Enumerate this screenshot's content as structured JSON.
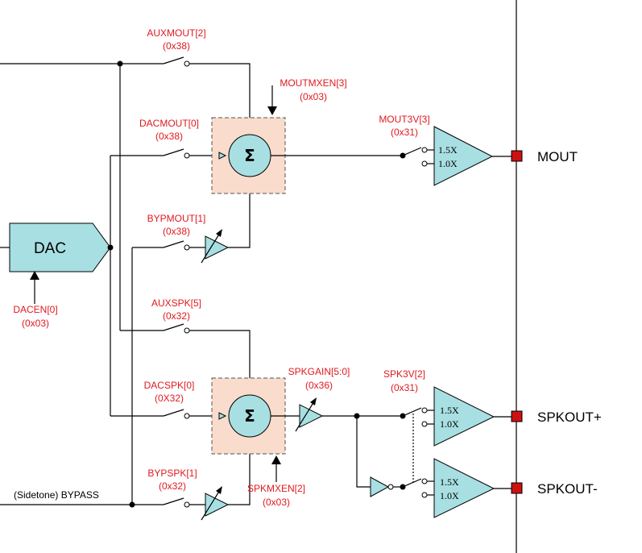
{
  "labels": {
    "auxmout": "AUXMOUT[2]",
    "auxmout_reg": "(0x38)",
    "moutmxen": "MOUTMXEN[3]",
    "moutmxen_reg": "(0x03)",
    "dacmout": "DACMOUT[0]",
    "dacmout_reg": "(0x38)",
    "mout3v": "MOUT3V[3]",
    "mout3v_reg": "(0x31)",
    "bypmout": "BYPMOUT[1]",
    "bypmout_reg": "(0x38)",
    "dacen": "DACEN[0]",
    "dacen_reg": "(0x03)",
    "auxspk": "AUXSPK[5]",
    "auxspk_reg": "(0x32)",
    "dacspk": "DACSPK[0]",
    "dacspk_reg": "(0X32)",
    "spkgain": "SPKGAIN[5:0]",
    "spkgain_reg": "(0x36)",
    "spk3v": "SPK3V[2]",
    "spk3v_reg": "(0x31)",
    "bypspk": "BYPSPK[1]",
    "bypspk_reg": "(0x32)",
    "spkmxen": "SPKMXEN[2]",
    "spkmxen_reg": "(0x03)",
    "sidetone": "(Sidetone) BYPASS"
  },
  "blocks": {
    "dac": "DAC",
    "sigma": "Σ",
    "gain_high": "1.5X",
    "gain_low": "1.0X"
  },
  "outputs": {
    "mout": "MOUT",
    "spkout_p": "SPKOUT+",
    "spkout_n": "SPKOUT-"
  }
}
